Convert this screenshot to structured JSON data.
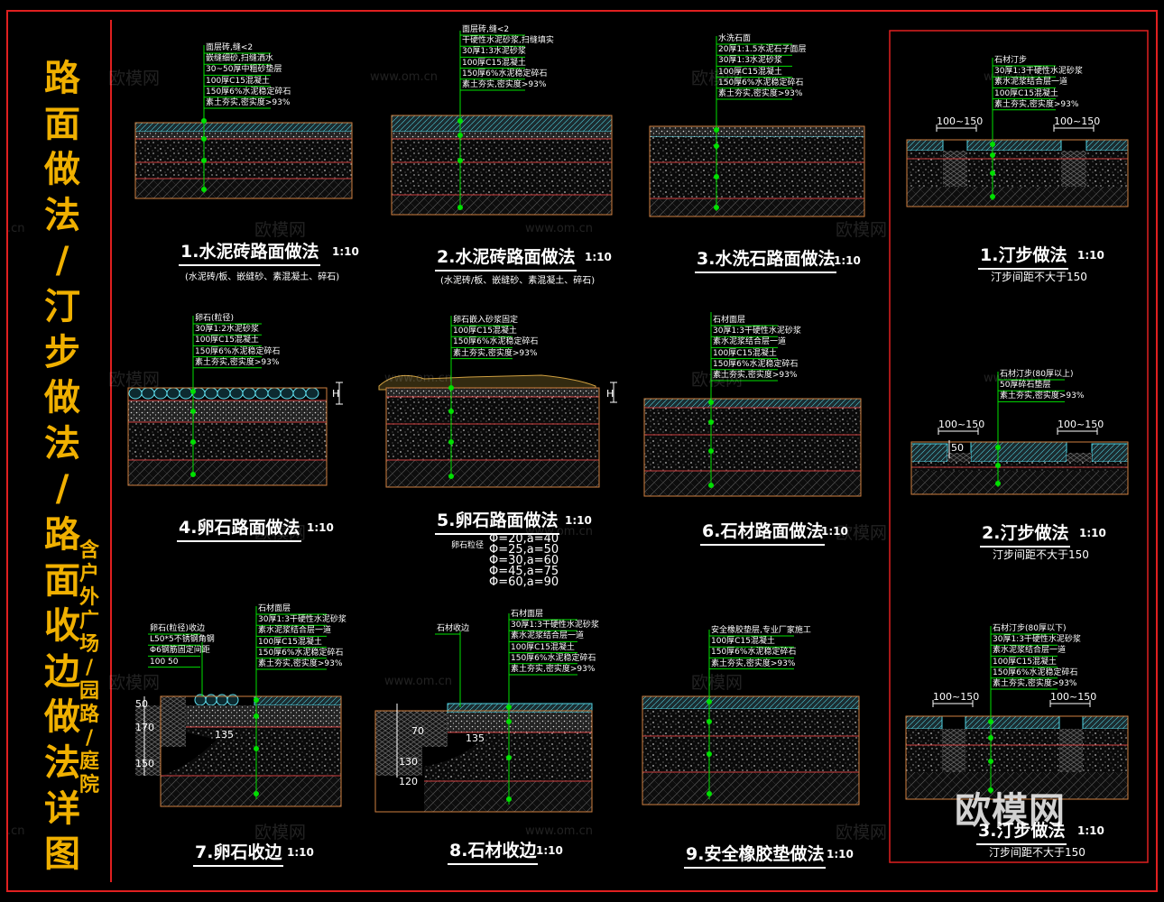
{
  "side_title": [
    "路",
    "面",
    "做",
    "法",
    "/",
    "汀",
    "步",
    "做",
    "法",
    "/",
    "路",
    "面",
    "收",
    "边",
    "做",
    "法",
    "详",
    "图"
  ],
  "side_subtitle": [
    "含",
    "户",
    "外",
    "广",
    "场",
    "/",
    "园",
    "路",
    "/",
    "庭",
    "院"
  ],
  "colors": {
    "frame": "#e02020",
    "title": "#f0b000",
    "leader": "#00e000",
    "hatch": "#d08040",
    "surface": "#50d0e0",
    "bed_line": "#e03030"
  },
  "details": [
    {
      "caption": "1.水泥砖路面做法",
      "scale": "1:10",
      "note": "(水泥砖/板、嵌缝砂、素混凝土、碎石)"
    },
    {
      "caption": "2.水泥砖路面做法",
      "scale": "1:10",
      "note": "(水泥砖/板、嵌缝砂、素混凝土、碎石)"
    },
    {
      "caption": "3.水洗石路面做法",
      "scale": "1:10",
      "note": ""
    },
    {
      "caption": "4.卵石路面做法",
      "scale": "1:10",
      "note": ""
    },
    {
      "caption": "5.卵石路面做法",
      "scale": "1:10",
      "note": ""
    },
    {
      "caption": "6.石材路面做法",
      "scale": "1:10",
      "note": ""
    },
    {
      "caption": "7.卵石收边",
      "scale": "1:10",
      "note": ""
    },
    {
      "caption": "8.石材收边",
      "scale": "1:10",
      "note": ""
    },
    {
      "caption": "9.安全橡胶垫做法",
      "scale": "1:10",
      "note": ""
    }
  ],
  "stepping": [
    {
      "caption": "1.汀步做法",
      "scale": "1:10",
      "note": "汀步间距不大于150",
      "dim_left": "100~150",
      "dim_right": "100~150"
    },
    {
      "caption": "2.汀步做法",
      "scale": "1:10",
      "note": "汀步间距不大于150",
      "dim_left": "100~150",
      "dim_right": "100~150",
      "dim_mid": "50"
    },
    {
      "caption": "3.汀步做法",
      "scale": "1:10",
      "note": "汀步间距不大于150",
      "dim_left": "100~150",
      "dim_right": "100~150"
    }
  ],
  "layers": {
    "d1": [
      "面层砖,缝<2",
      "嵌缝细砂,扫缝洒水",
      "30~50厚中粗砂垫层",
      "100厚C15混凝土",
      "150厚6%水泥稳定碎石",
      "素土夯实,密实度>93%"
    ],
    "d2": [
      "面层砖,缝<2",
      "干硬性水泥砂浆,扫缝填实",
      "30厚1:3水泥砂浆",
      "100厚C15混凝土",
      "150厚6%水泥稳定碎石",
      "素土夯实,密实度>93%"
    ],
    "d3": [
      "水洗石面",
      "20厚1:1.5水泥石子面层",
      "30厚1:3水泥砂浆",
      "100厚C15混凝土",
      "150厚6%水泥稳定碎石",
      "素土夯实,密实度>93%"
    ],
    "d4": [
      "卵石(粒径)",
      "30厚1:2水泥砂浆",
      "100厚C15混凝土",
      "150厚6%水泥稳定碎石",
      "素土夯实,密实度>93%"
    ],
    "d5": [
      "卵石嵌入砂浆固定",
      "100厚C15混凝土",
      "150厚6%水泥稳定碎石",
      "素土夯实,密实度>93%"
    ],
    "d6": [
      "石材面层",
      "30厚1:3干硬性水泥砂浆",
      "素水泥浆结合层一道",
      "100厚C15混凝土",
      "150厚6%水泥稳定碎石",
      "素土夯实,密实度>93%"
    ],
    "d7": [
      "石材面层",
      "30厚1:3干硬性水泥砂浆",
      "素水泥浆结合层一道",
      "100厚C15混凝土",
      "150厚6%水泥稳定碎石",
      "素土夯实,密实度>93%"
    ],
    "d7_left": [
      "卵石(粒径)收边",
      "L50*5不锈钢角钢",
      "Φ6钢筋固定间距",
      "100  50"
    ],
    "d8": [
      "石材面层",
      "30厚1:3干硬性水泥砂浆",
      "素水泥浆结合层一道",
      "100厚C15混凝土",
      "150厚6%水泥稳定碎石",
      "素土夯实,密实度>93%"
    ],
    "d8_left": [
      "石材收边"
    ],
    "d9": [
      "安全橡胶垫层,专业厂家施工",
      "100厚C15混凝土",
      "150厚6%水泥稳定碎石",
      "素土夯实,密实度>93%"
    ],
    "s1": [
      "石材汀步",
      "30厚1:3干硬性水泥砂浆",
      "素水泥浆结合层一道",
      "100厚C15混凝土",
      "素土夯实,密实度>93%"
    ],
    "s2": [
      "石材汀步(80厚以上)",
      "50厚碎石垫层",
      "素土夯实,密实度>93%"
    ],
    "s3": [
      "石材汀步(80厚以下)",
      "30厚1:3干硬性水泥砂浆",
      "素水泥浆结合层一道",
      "100厚C15混凝土",
      "150厚6%水泥稳定碎石",
      "素土夯实,密实度>93%"
    ]
  },
  "pebble_sizes": {
    "label": "卵石粒径",
    "rows": [
      "Φ=20,a=40",
      "Φ=25,a=50",
      "Φ=30,a=60",
      "Φ=45,a=75",
      "Φ=60,a=90"
    ]
  },
  "dims": {
    "d4_height": "H",
    "d5_height": "H",
    "d7": [
      "50",
      "170",
      "150",
      "135"
    ],
    "d8": [
      "70",
      "130",
      "120",
      "135"
    ]
  },
  "watermarks": {
    "text": "欧模网",
    "url": "www.om.cn",
    "partial_url": ".cn",
    "big": "欧模网"
  }
}
